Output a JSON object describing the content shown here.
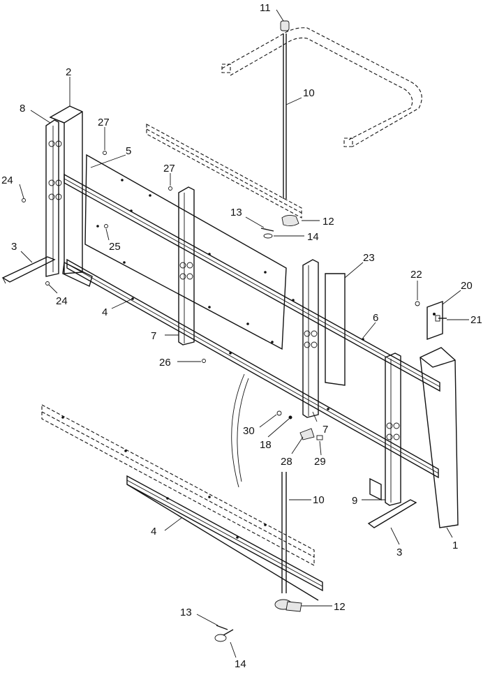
{
  "callouts": {
    "c1": "1",
    "c2": "2",
    "c3a": "3",
    "c3b": "3",
    "c4a": "4",
    "c4b": "4",
    "c5": "5",
    "c6": "6",
    "c7a": "7",
    "c7b": "7",
    "c8": "8",
    "c9": "9",
    "c10a": "10",
    "c10b": "10",
    "c11": "11",
    "c12a": "12",
    "c12b": "12",
    "c13a": "13",
    "c13b": "13",
    "c14a": "14",
    "c14b": "14",
    "c18": "18",
    "c20": "20",
    "c21": "21",
    "c22": "22",
    "c23": "23",
    "c24a": "24",
    "c24b": "24",
    "c25": "25",
    "c26": "26",
    "c27a": "27",
    "c27b": "27",
    "c28": "28",
    "c29": "29",
    "c30": "30"
  }
}
